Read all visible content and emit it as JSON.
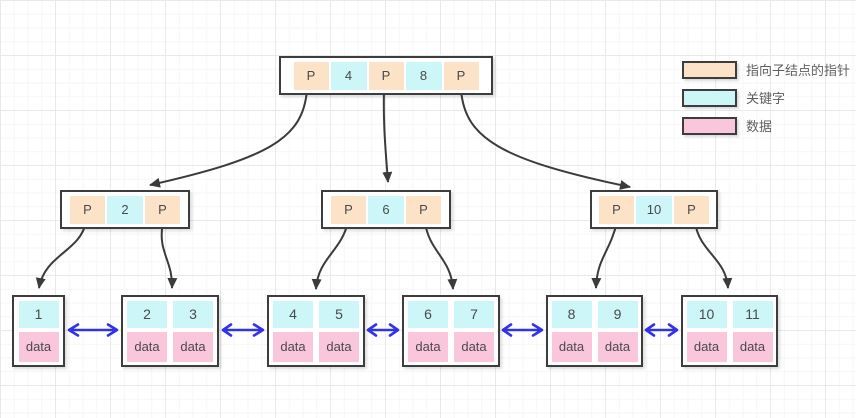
{
  "legend": {
    "items": [
      {
        "label": "指向子结点的指针",
        "color": "#fce3c8",
        "meaning": "pointer-to-child"
      },
      {
        "label": "关键字",
        "color": "#cdf6f8",
        "meaning": "key"
      },
      {
        "label": "数据",
        "color": "#f9c6dc",
        "meaning": "data"
      }
    ]
  },
  "nodes": {
    "root": {
      "cells": [
        "P",
        "4",
        "P",
        "8",
        "P"
      ]
    },
    "internal_left": {
      "cells": [
        "P",
        "2",
        "P"
      ]
    },
    "internal_middle": {
      "cells": [
        "P",
        "6",
        "P"
      ]
    },
    "internal_right": {
      "cells": [
        "P",
        "10",
        "P"
      ]
    },
    "leaves": [
      {
        "keys": [
          "1"
        ],
        "data": [
          "data"
        ]
      },
      {
        "keys": [
          "2",
          "3"
        ],
        "data": [
          "data",
          "data"
        ]
      },
      {
        "keys": [
          "4",
          "5"
        ],
        "data": [
          "data",
          "data"
        ]
      },
      {
        "keys": [
          "6",
          "7"
        ],
        "data": [
          "data",
          "data"
        ]
      },
      {
        "keys": [
          "8",
          "9"
        ],
        "data": [
          "data",
          "data"
        ]
      },
      {
        "keys": [
          "10",
          "11"
        ],
        "data": [
          "data",
          "data"
        ]
      }
    ]
  },
  "colors": {
    "pointer_cell": "#fce3c8",
    "key_cell": "#cdf6f8",
    "data_cell": "#f9c6dc",
    "tree_arrow": "#3b3b3b",
    "leaf_link_arrow": "#3232e8",
    "node_border": "#3d3d3d"
  }
}
